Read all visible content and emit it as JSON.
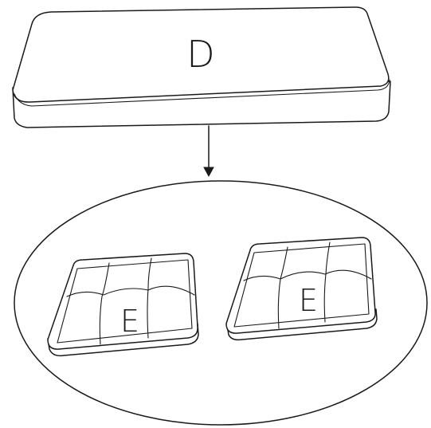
{
  "labels": {
    "box_label": "D",
    "cushion_left_label": "E",
    "cushion_right_label": "E"
  }
}
